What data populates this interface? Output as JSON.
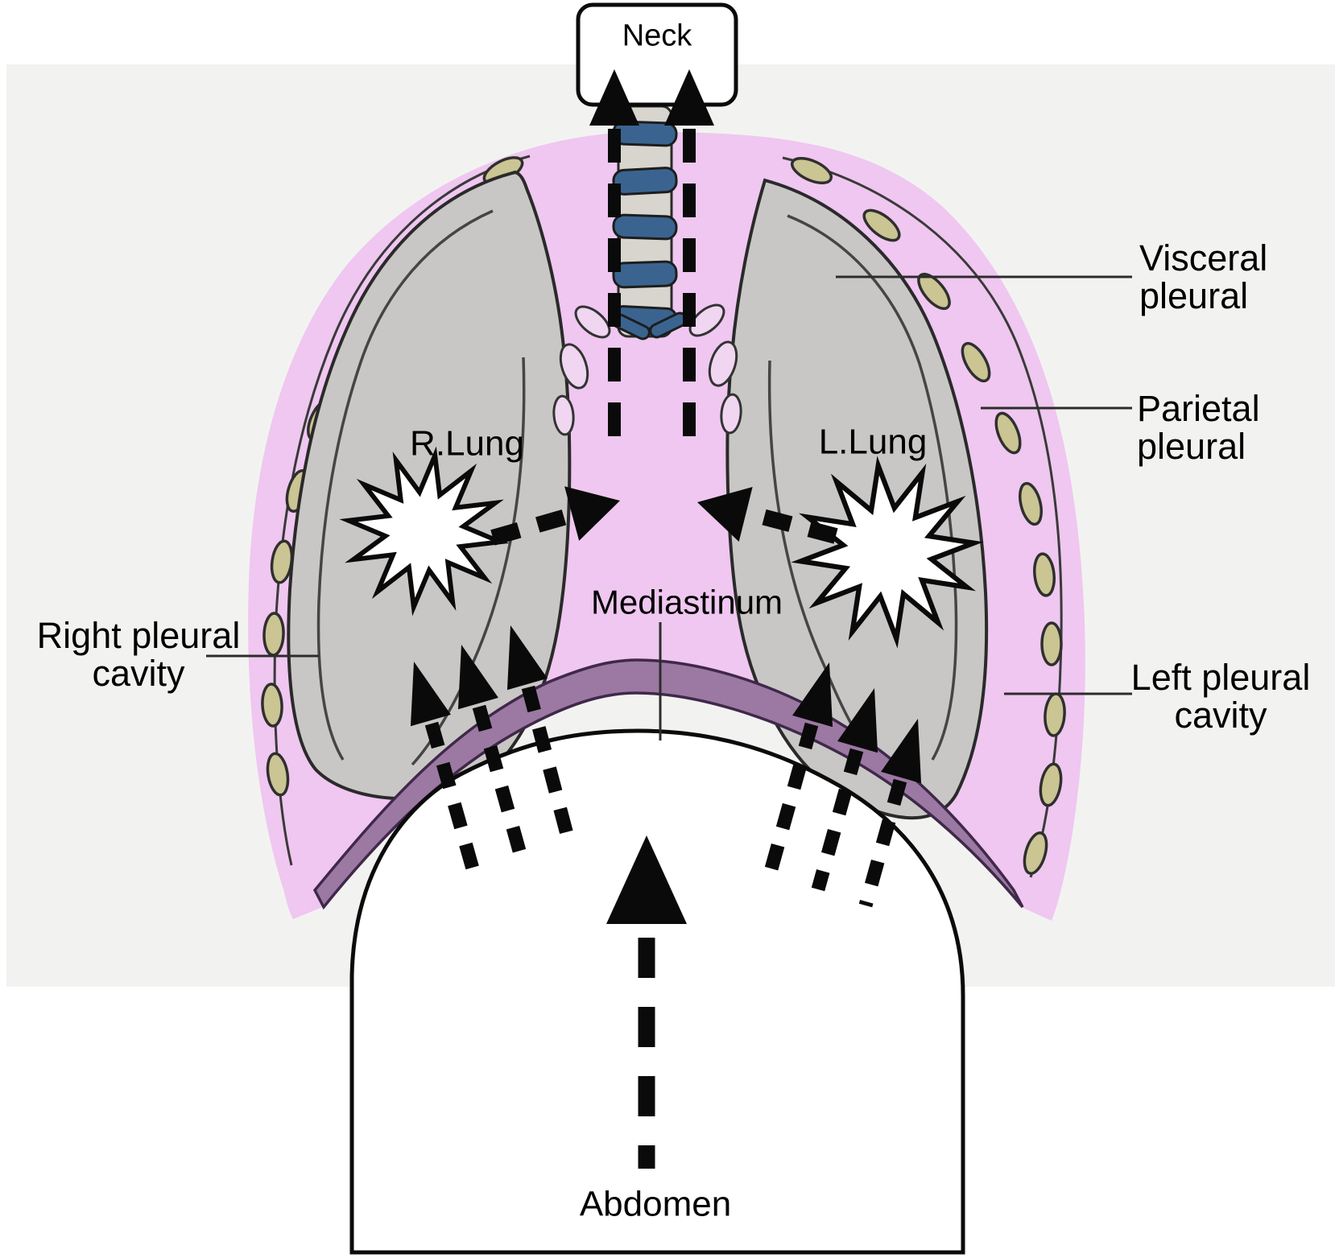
{
  "labels": {
    "neck": "Neck",
    "right_lung": "R.Lung",
    "left_lung": "L.Lung",
    "mediastinum": "Mediastinum",
    "abdomen": "Abdomen",
    "visceral_pleural": {
      "line1": "Visceral",
      "line2": "pleural"
    },
    "parietal_pleural": {
      "line1": "Parietal",
      "line2": "pleural"
    },
    "left_pleural_cavity": {
      "line1": "Left pleural",
      "line2": "cavity"
    },
    "right_pleural_cavity": {
      "line1": "Right pleural",
      "line2": "cavity"
    }
  },
  "colors": {
    "background_band": "#f2f3f1",
    "pleural_pink": "#efc7f0",
    "hilum_pink": "#f0d6f1",
    "lung_gray": "#c8c7c5",
    "diaphragm_purple": "#9b79a2",
    "diaphragm_outline": "#40284a",
    "rib_tan": "#cbc493",
    "rib_outline": "#2f2f2f",
    "trachea_blue": "#3a648f",
    "trachea_light": "#d8d5cf",
    "outline_dark": "#2a2a2a",
    "arrow_black": "#0a0a0a",
    "leader_gray": "#2c2c2c",
    "white": "#ffffff"
  }
}
